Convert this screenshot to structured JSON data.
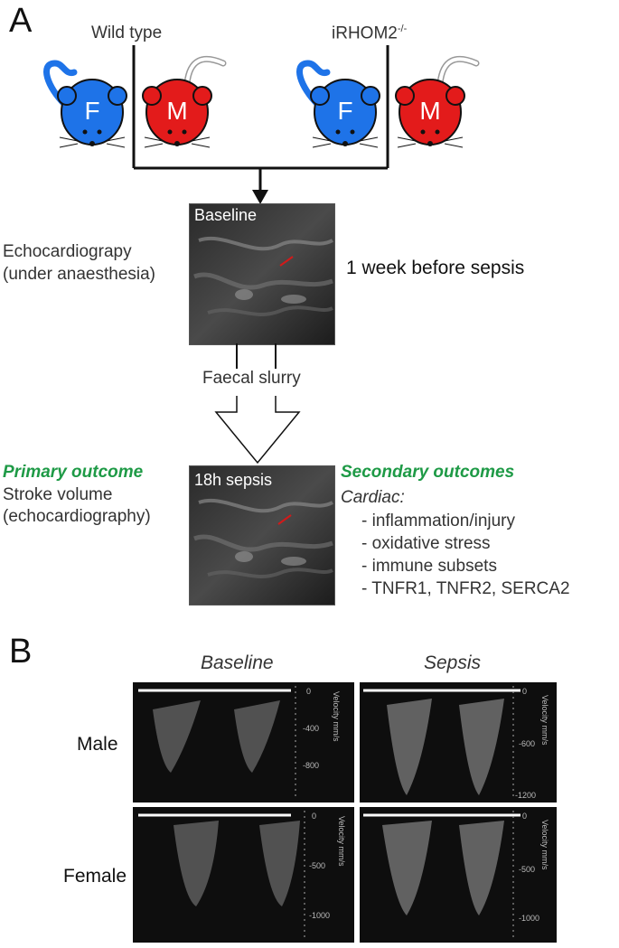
{
  "panel_a": {
    "letter": "A",
    "genotype_left": "Wild type",
    "genotype_right": "iRHOM2",
    "genotype_right_sup": "-/-",
    "mouse_female": "F",
    "mouse_male": "M",
    "colors": {
      "female": "#1e73e8",
      "male": "#e31b1b",
      "outcome_green": "#1e9a46"
    },
    "echo_left_line1": "Echocardiograpy",
    "echo_left_line2": "(under anaesthesia)",
    "baseline_label": "Baseline",
    "timing": "1 week before sepsis",
    "intervention": "Faecal slurry",
    "sepsis_label": "18h sepsis",
    "primary_title": "Primary outcome",
    "primary_line1": "Stroke volume",
    "primary_line2": "(echocardiography)",
    "secondary_title": "Secondary outcomes",
    "secondary_subtitle": "Cardiac:",
    "secondary_items": [
      "- inflammation/injury",
      "- oxidative stress",
      "- immune subsets",
      "- TNFR1, TNFR2, SERCA2"
    ]
  },
  "panel_b": {
    "letter": "B",
    "col_baseline": "Baseline",
    "col_sepsis": "Sepsis",
    "row_male": "Male",
    "row_female": "Female",
    "axis_title": "Velocity mm/s",
    "male_baseline_ticks": [
      "0",
      "-400",
      "-800"
    ],
    "male_sepsis_ticks": [
      "0",
      "-600",
      "-1200"
    ],
    "female_baseline_ticks": [
      "0",
      "-500",
      "-1000"
    ],
    "female_sepsis_ticks": [
      "0",
      "-500",
      "-1000"
    ]
  }
}
